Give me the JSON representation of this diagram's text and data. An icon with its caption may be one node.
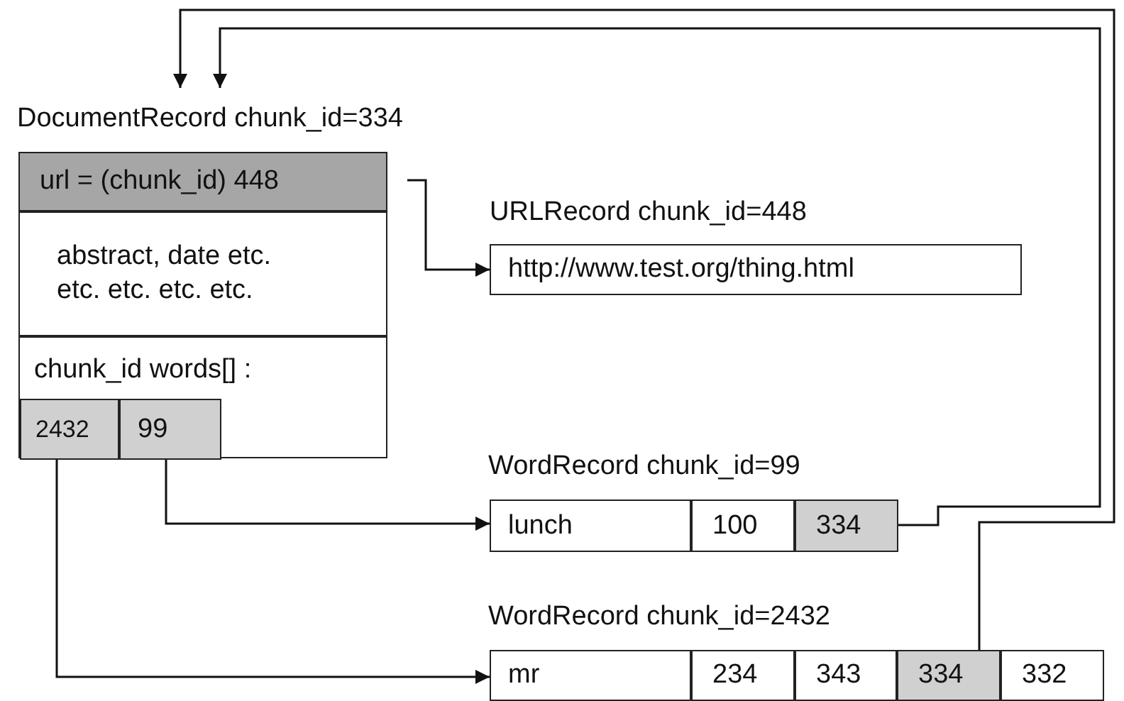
{
  "diagram": {
    "nodes": [
      {
        "text": [
          "DocumentRecord chunk_id=334"
        ]
      },
      {
        "text": [
          "url = (chunk_id) 448"
        ],
        "in": 0
      },
      {
        "text": [
          "abstract, date etc. etc. etc. etc. etc."
        ],
        "in": 0
      },
      {
        "text": [
          "chunk_id words[] :"
        ],
        "in": 0
      },
      {
        "text": [
          "2432"
        ],
        "in": 3
      },
      {
        "text": [
          "99"
        ],
        "in": 3
      },
      {
        "text": [
          "URLRecord chunk_id=448",
          "http://www.test.org/thing.html"
        ]
      },
      {
        "text": [
          "WordRecord chunk_id=99"
        ]
      },
      {
        "text": [
          "lunch"
        ],
        "in": 7
      },
      {
        "text": [
          "100"
        ],
        "in": 7
      },
      {
        "text": [
          "334"
        ],
        "in": 7
      },
      {
        "text": [
          "WordRecord chunk_id=2432"
        ]
      },
      {
        "text": [
          "mr"
        ],
        "in": 11
      },
      {
        "text": [
          "234"
        ],
        "in": 11
      },
      {
        "text": [
          "343"
        ],
        "in": 11
      },
      {
        "text": [
          "334"
        ],
        "in": 11
      },
      {
        "text": [
          "332"
        ],
        "in": 11
      }
    ],
    "edges": [
      {
        "from": 1,
        "to": 6,
        "arrow": "to"
      },
      {
        "from": 5,
        "to": 7,
        "arrow": "to"
      },
      {
        "from": 4,
        "to": 11,
        "arrow": "to"
      },
      {
        "from": 10,
        "to": 0,
        "arrow": "to"
      },
      {
        "from": 15,
        "to": 0,
        "arrow": "to"
      }
    ]
  }
}
